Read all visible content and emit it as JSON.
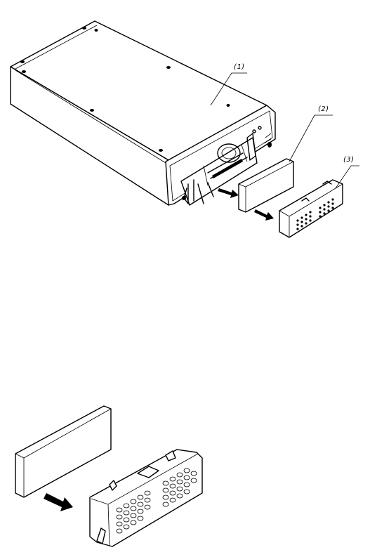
{
  "callouts": [
    {
      "id": "chassis",
      "label": "(1)"
    },
    {
      "id": "filter",
      "label": "(2)"
    },
    {
      "id": "cover",
      "label": "(3)"
    }
  ],
  "colors": {
    "ink": "#000000",
    "paper": "#ffffff",
    "shade": "#d9d9d9"
  },
  "icons": [
    "arrow-icon"
  ]
}
